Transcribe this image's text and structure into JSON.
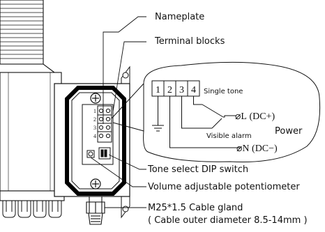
{
  "callouts": {
    "nameplate": "Nameplate",
    "terminal_blocks": "Terminal blocks",
    "dip_switch": "Tone select DIP switch",
    "potentiometer": "Volume adjustable potentiometer",
    "cable_gland": "M25*1.5 Cable gland",
    "cable_diameter": "( Cable outer diameter 8.5-14mm )"
  },
  "wiring": {
    "terminals": [
      "1",
      "2",
      "3",
      "4"
    ],
    "single_tone": "Single tone",
    "visible_alarm": "Visible alarm",
    "power": "Power",
    "line_l": "⌀L (DC+)",
    "line_n": "⌀N (DC−)"
  },
  "board": {
    "terminal_numbers": [
      "1",
      "2",
      "3",
      "4"
    ]
  }
}
